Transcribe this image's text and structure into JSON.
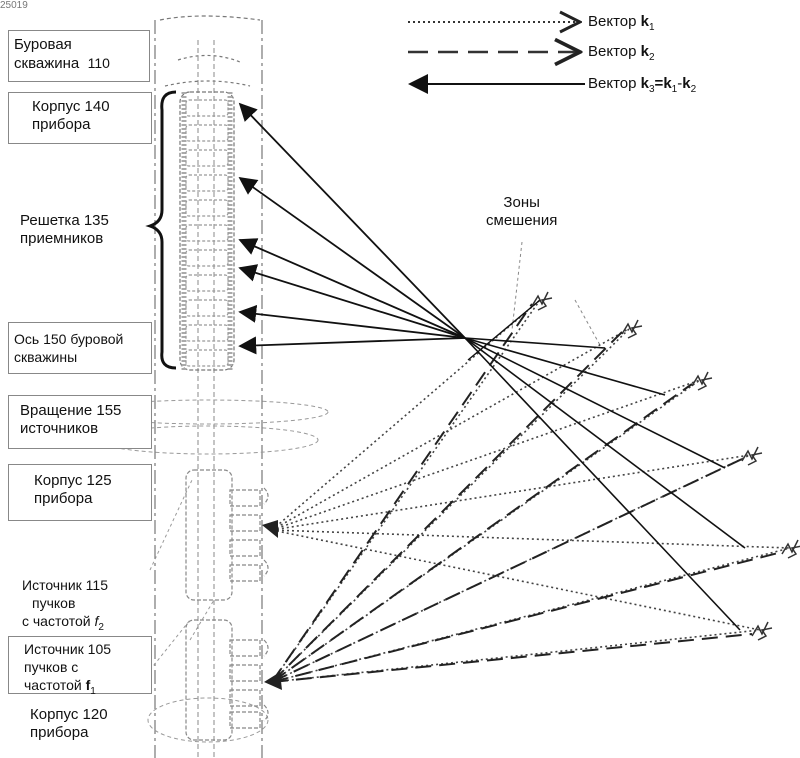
{
  "corner_id": "25019",
  "legend": {
    "k1": {
      "prefix": "Вектор ",
      "bold": "k",
      "sub": "1"
    },
    "k2": {
      "prefix": "Вектор ",
      "bold": "k",
      "sub": "2"
    },
    "k3": {
      "prefix": "Вектор ",
      "b1": "k",
      "s1": "3",
      "eq": "=",
      "b2": "k",
      "s2": "1",
      "minus": "-",
      "b3": "k",
      "s3": "2"
    }
  },
  "labels": {
    "borehole_line1": "Буровая",
    "borehole_line2": "скважина",
    "borehole_num": "110",
    "housing140_line1": "Корпус 140",
    "housing140_line2": "прибора",
    "grid_line1": "Решетка 135",
    "grid_line2": "приемников",
    "axis_line1": "Ось 150 буровой",
    "axis_line2": "скважины",
    "rotation_line1": "Вращение 155",
    "rotation_line2": "источников",
    "housing125_line1": "Корпус 125",
    "housing125_line2": "прибора",
    "src115_line1": "Источник 115",
    "src115_line2": "пучков",
    "src115_line3_prefix": "с частотой ",
    "src115_line3_f": "f",
    "src115_line3_sub": "2",
    "src105_line1": "Источник 105",
    "src105_line2": "пучков с",
    "src105_line3_prefix": "частотой ",
    "src105_line3_f": "f",
    "src105_line3_sub": "1",
    "housing120_line1": "Корпус 120",
    "housing120_line2": "прибора",
    "mixing_line1": "Зоны",
    "mixing_line2": "смешения"
  }
}
